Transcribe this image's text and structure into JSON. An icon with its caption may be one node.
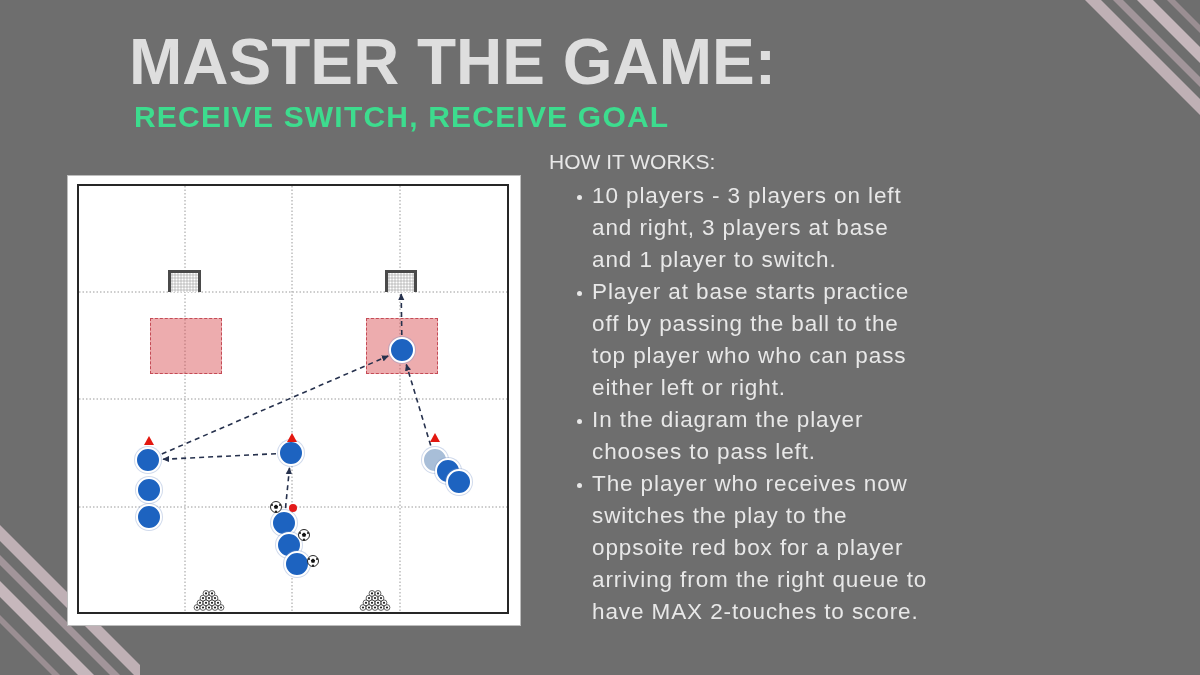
{
  "diagram": {
    "title": "MASTER THE GAME:",
    "nodes": [
      {
        "text": [],
        "shape": "picture"
      },
      {
        "text": [],
        "shape": "picture"
      },
      {
        "text": [],
        "shape": "box"
      },
      {
        "text": [],
        "shape": "box"
      },
      {
        "text": [],
        "shape": "circle",
        "in": 3
      },
      {
        "text": [],
        "shape": "circle"
      },
      {
        "text": [],
        "shape": "circle"
      },
      {
        "text": [],
        "shape": "circle"
      },
      {
        "text": [],
        "shape": "circle"
      },
      {
        "text": [],
        "shape": "circle"
      },
      {
        "text": [],
        "shape": "circle"
      },
      {
        "text": [],
        "shape": "circle"
      },
      {
        "text": [],
        "shape": "circle"
      },
      {
        "text": [],
        "shape": "circle"
      },
      {
        "text": [],
        "shape": "circle"
      }
    ],
    "edges": [
      {
        "from": 9,
        "to": 5,
        "arrow": "to",
        "style": "dashed"
      },
      {
        "from": 5,
        "to": 6,
        "arrow": "to",
        "style": "dashed"
      },
      {
        "from": 6,
        "to": 4,
        "arrow": "to",
        "style": "dashed"
      },
      {
        "from": 12,
        "to": 4,
        "arrow": "to",
        "style": "dashed"
      },
      {
        "from": 4,
        "to": 1,
        "arrow": "to",
        "style": "dashed"
      }
    ],
    "labels": [
      "RECEIVE SWITCH, RECEIVE GOAL",
      "HOW IT WORKS:",
      "10 players - 3 players on left and right, 3 players at base and 1 player to switch.",
      "Player at base starts practice off by passing the ball to the top player who who can pass either left or right.",
      "In the diagram the player chooses to pass left.",
      "The player who receives now switches the play to the oppsoite red box for a player arriving from the right queue to have MAX 2-touches to score."
    ]
  }
}
